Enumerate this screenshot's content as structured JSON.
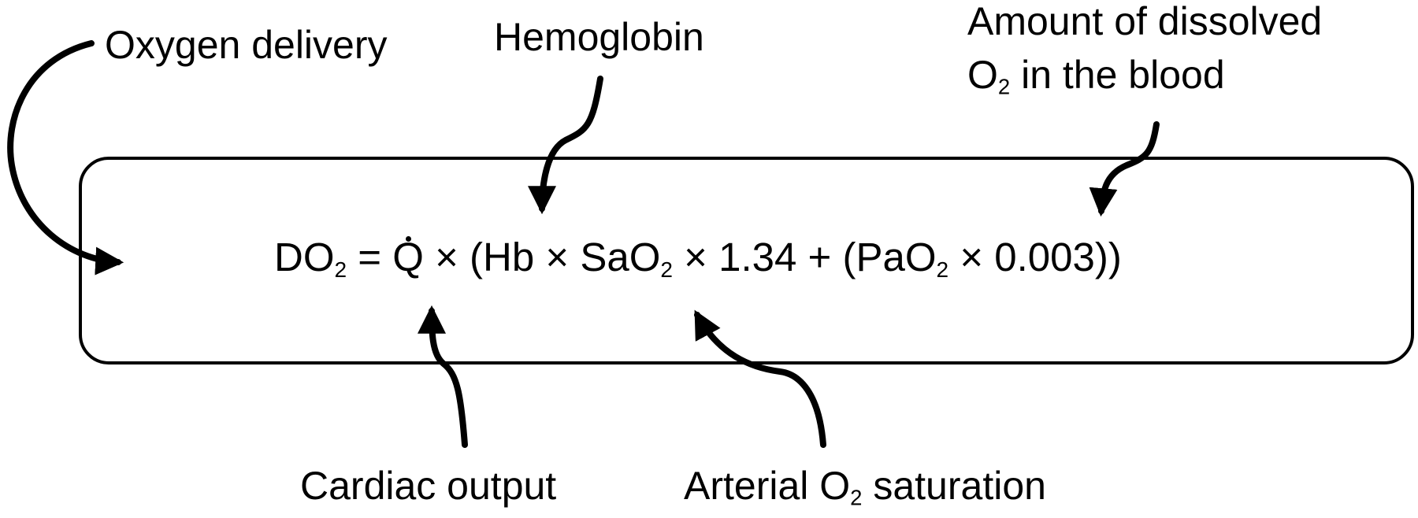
{
  "labels": {
    "oxygen_delivery": "Oxygen delivery",
    "hemoglobin": "Hemoglobin",
    "dissolved_line1": "Amount of dissolved",
    "dissolved_line2_pre": "O",
    "dissolved_line2_sub": "2",
    "dissolved_line2_post": " in the blood",
    "cardiac_output": "Cardiac output",
    "sat_pre": "Arterial O",
    "sat_sub": "2",
    "sat_post": " saturation"
  },
  "equation": {
    "do": "DO",
    "do_sub": "2",
    "equals": " = ",
    "q": "Q",
    "mid1": " × (Hb × SaO",
    "sao_sub": "2",
    "mid2": " × 1.34 + (PaO",
    "pao_sub": "2",
    "end": " × 0.003))"
  },
  "colors": {
    "ink": "#000000",
    "background": "#ffffff"
  }
}
